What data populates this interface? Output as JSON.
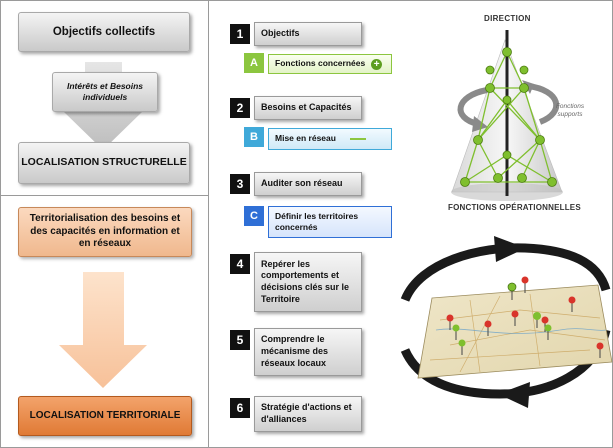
{
  "left_panel": {
    "objectifs_collectifs": "Objectifs collectifs",
    "interets_besoins": "Intérêts et Besoins individuels",
    "localisation_structurelle": "LOCALISATION STRUCTURELLE",
    "territorialisation": "Territorialisation  des besoins et des capacités en information et en réseaux",
    "localisation_territoriale": "LOCALISATION TERRITORIALE"
  },
  "steps": [
    {
      "num": "1",
      "label": "Objectifs"
    },
    {
      "num": "2",
      "label": "Besoins et Capacités"
    },
    {
      "num": "3",
      "label": "Auditer son réseau"
    },
    {
      "num": "4",
      "label": "Repérer les comportements et décisions clés sur le Territoire"
    },
    {
      "num": "5",
      "label": "Comprendre le mécanisme des réseaux locaux"
    },
    {
      "num": "6",
      "label": "Stratégie d'actions et d'alliances"
    }
  ],
  "substeps": [
    {
      "letter": "A",
      "label": "Fonctions concernées",
      "color": "#8cc63f"
    },
    {
      "letter": "B",
      "label": "Mise en réseau",
      "color": "#3fa9d9"
    },
    {
      "letter": "C",
      "label": "Définir les territoires concernés",
      "color": "#2f6fd6"
    }
  ],
  "pyramid": {
    "direction": "DIRECTION",
    "fonctions_supports": "Fonctions supports",
    "fonctions_operationnelles": "FONCTIONS OPÉRATIONNELLES"
  },
  "colors": {
    "grey_box": "#d9d9d9",
    "orange_light": "#f7c9a5",
    "orange_dark": "#e8894a",
    "arrow_orange": "#fbd7b6",
    "network_green": "#7fbf2e"
  }
}
